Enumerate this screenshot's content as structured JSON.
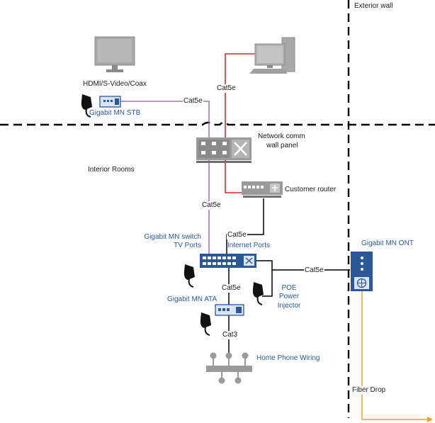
{
  "labels": {
    "exterior_wall": "Exterior wall",
    "interior_rooms": "Interior Rooms",
    "hdmi": "HDMI/S-Video/Coax",
    "stb": "Gigabit MN STB",
    "cat5e_stb": "Cat5e",
    "cat5e_pc": "Cat5e",
    "wall_panel_1": "Network comm",
    "wall_panel_2": "wall panel",
    "customer_router": "Customer router",
    "cat5e_switch": "Cat5e",
    "switch_name": "Gigabit MN switch",
    "tv_ports": "TV Ports",
    "cat5e_router": "Cat5e",
    "internet_ports": "Internet Ports",
    "ont": "Gigabit MN ONT",
    "cat5e_ont": "Cat5e",
    "ata": "Gigabit MN ATA",
    "cat5e_ata": "Cat5e",
    "poe_1": "POE",
    "poe_2": "Power",
    "poe_3": "Injector",
    "cat3": "Cat3",
    "home_phone": "Home Phone Wiring",
    "fiber_drop": "Fiber Drop"
  },
  "colors": {
    "line_black": "#000000",
    "line_red": "#c00000",
    "line_purple": "#b040c0",
    "line_orange": "#f0a020",
    "device_blue": "#2b5797",
    "device_gray": "#9a9a9a",
    "label_blue": "#2b5797"
  },
  "icons": [
    "monitor-icon",
    "desktop-computer-icon",
    "power-adapter-icon",
    "set-top-box-icon",
    "wall-panel-icon",
    "router-icon",
    "switch-icon",
    "ata-icon",
    "ont-icon",
    "phone-wiring-icon"
  ]
}
